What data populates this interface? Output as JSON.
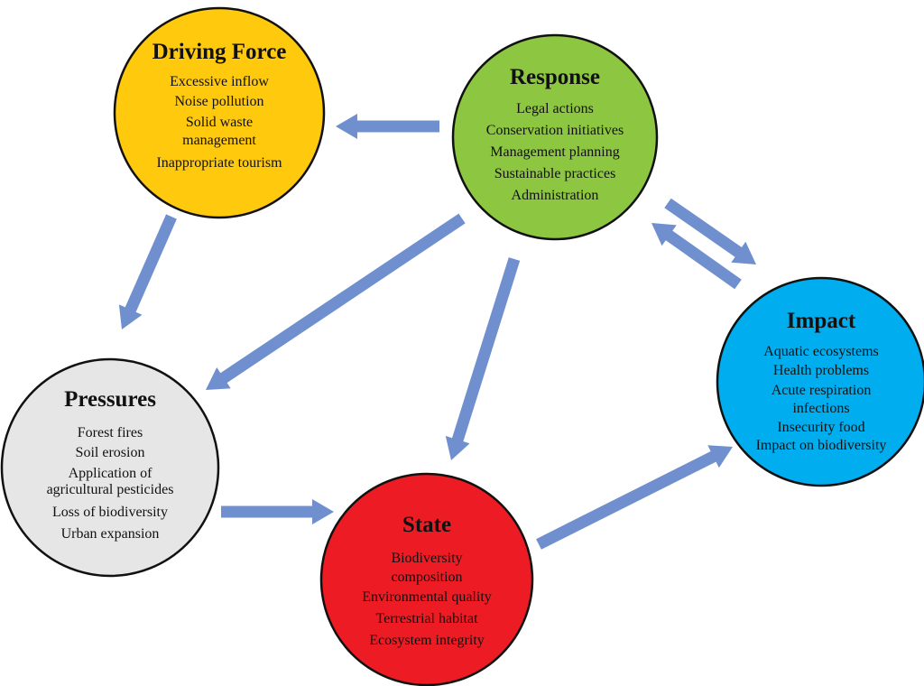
{
  "arrow_color": "#6f8fcf",
  "nodes": [
    {
      "id": "driving-force",
      "title": "Driving Force",
      "color": "#ffc90e",
      "items": [
        [
          "Excessive inflow"
        ],
        [
          "Noise pollution"
        ],
        [
          "Solid waste",
          "management"
        ],
        [
          "Inappropriate tourism"
        ]
      ]
    },
    {
      "id": "response",
      "title": "Response",
      "color": "#8dc641",
      "items": [
        [
          "Legal actions"
        ],
        [
          "Conservation initiatives"
        ],
        [
          "Management planning"
        ],
        [
          "Sustainable practices"
        ],
        [
          "Administration"
        ]
      ]
    },
    {
      "id": "pressures",
      "title": "Pressures",
      "color": "#e6e6e6",
      "items": [
        [
          "Forest fires"
        ],
        [
          "Soil erosion"
        ],
        [
          "Application of",
          "agricultural pesticides"
        ],
        [
          "Loss of biodiversity"
        ],
        [
          "Urban expansion"
        ]
      ]
    },
    {
      "id": "impact",
      "title": "Impact",
      "color": "#00aeef",
      "items": [
        [
          "Aquatic ecosystems"
        ],
        [
          "Health problems"
        ],
        [
          "Acute respiration",
          "infections"
        ],
        [
          "Insecurity food"
        ],
        [
          "Impact on biodiversity"
        ]
      ]
    },
    {
      "id": "state",
      "title": "State",
      "color": "#ed1c24",
      "items": [
        [
          "Biodiversity",
          "composition"
        ],
        [
          "Environmental quality"
        ],
        [
          "Terrestrial habitat"
        ],
        [
          "Ecosystem integrity"
        ]
      ]
    }
  ],
  "edges": [
    {
      "from": "response",
      "to": "driving-force"
    },
    {
      "from": "driving-force",
      "to": "pressures"
    },
    {
      "from": "response",
      "to": "pressures"
    },
    {
      "from": "response",
      "to": "state"
    },
    {
      "from": "pressures",
      "to": "state"
    },
    {
      "from": "state",
      "to": "impact"
    },
    {
      "from": "response",
      "to": "impact"
    },
    {
      "from": "impact",
      "to": "response"
    }
  ]
}
